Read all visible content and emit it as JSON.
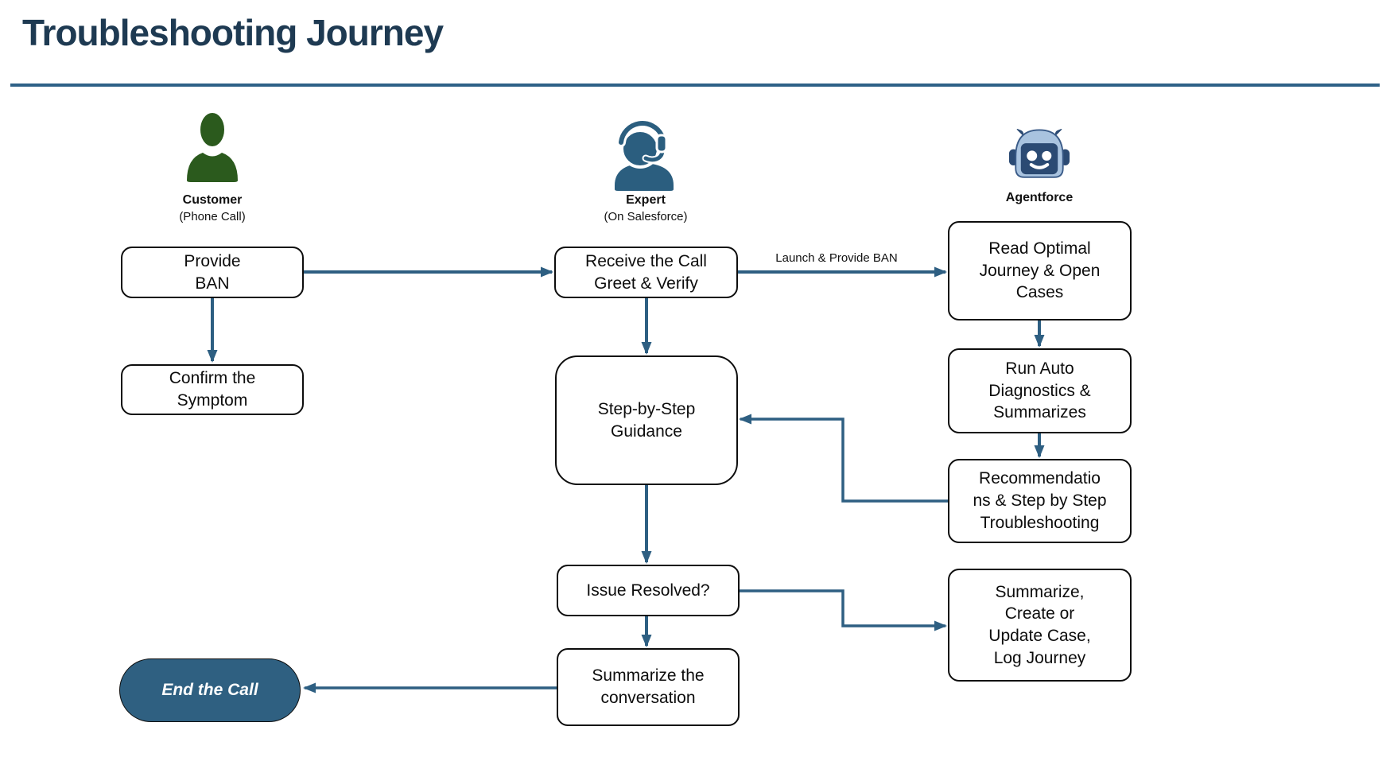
{
  "title": "Troubleshooting Journey",
  "lanes": {
    "customer": {
      "label": "Customer",
      "sublabel": "(Phone Call)",
      "icon": "person-icon",
      "icon_color": "#2B5A1D"
    },
    "expert": {
      "label": "Expert",
      "sublabel": "(On Salesforce)",
      "icon": "headset-person-icon",
      "icon_color": "#2B5E7F"
    },
    "agentforce": {
      "label": "Agentforce",
      "sublabel": "",
      "icon": "robot-icon",
      "head_color": "#A9C3DF",
      "face_color": "#2B4A73"
    }
  },
  "nodes": {
    "provide_ban": {
      "lines": [
        "Provide",
        "BAN"
      ]
    },
    "confirm_symptom": {
      "lines": [
        "Confirm the",
        "Symptom"
      ]
    },
    "receive_call": {
      "lines": [
        "Receive the Call",
        "Greet & Verify"
      ]
    },
    "step_guidance": {
      "lines": [
        "Step-by-Step",
        "Guidance"
      ]
    },
    "issue_resolved": {
      "lines": [
        "Issue Resolved?"
      ]
    },
    "summarize_conversation": {
      "lines": [
        "Summarize the",
        "conversation"
      ]
    },
    "read_optimal": {
      "lines": [
        "Read Optimal",
        "Journey & Open",
        "Cases"
      ]
    },
    "run_auto": {
      "lines": [
        "Run Auto",
        "Diagnostics &",
        "Summarizes"
      ]
    },
    "recommendations": {
      "lines": [
        "Recommendatio",
        "ns & Step by Step",
        "Troubleshooting"
      ]
    },
    "summarize_case": {
      "lines": [
        "Summarize,",
        "Create or",
        "Update Case,",
        "Log Journey"
      ]
    },
    "end_call": {
      "label": "End the Call"
    }
  },
  "edges": {
    "launch_provide_ban_label": "Launch & Provide BAN"
  },
  "colors": {
    "title": "#1E3A52",
    "rule": "#2E6187",
    "arrow": "#2E5F82",
    "end_call_fill": "#2F6081",
    "customer_green": "#2B5A1D",
    "expert_blue": "#2B5E7F",
    "robot_head": "#A9C3DF",
    "robot_face": "#2B4A73"
  }
}
